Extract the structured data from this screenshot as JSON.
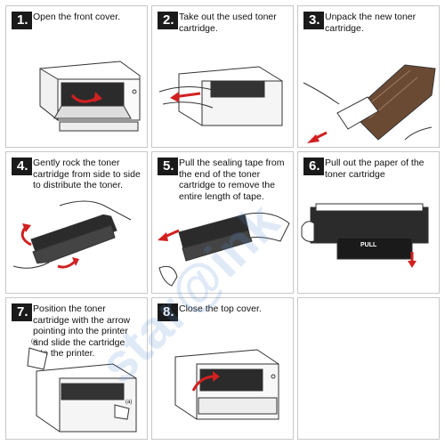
{
  "steps": [
    {
      "number": "1.",
      "text": "Open the front cover."
    },
    {
      "number": "2.",
      "text": "Take out the used toner cartridge."
    },
    {
      "number": "3.",
      "text": "Unpack the new toner cartridge."
    },
    {
      "number": "4.",
      "text": "Gently rock the toner cartridge from side to side to distribute the toner."
    },
    {
      "number": "5.",
      "text": "Pull the sealing tape from the end of the toner cartridge to remove the entire length of tape."
    },
    {
      "number": "6.",
      "text": "Pull out the paper of the toner cartridge"
    },
    {
      "number": "7.",
      "text": "Position the toner cartridge with the arrow pointing into the printer and slide the cartridge into the printer."
    },
    {
      "number": "8.",
      "text": "Close the top cover."
    }
  ],
  "labels": {
    "pull": "PULL",
    "callout_a": "(a)"
  },
  "watermark": "star@ink",
  "colors": {
    "arrow": "#d22020",
    "badge": "#1a1a1a"
  }
}
